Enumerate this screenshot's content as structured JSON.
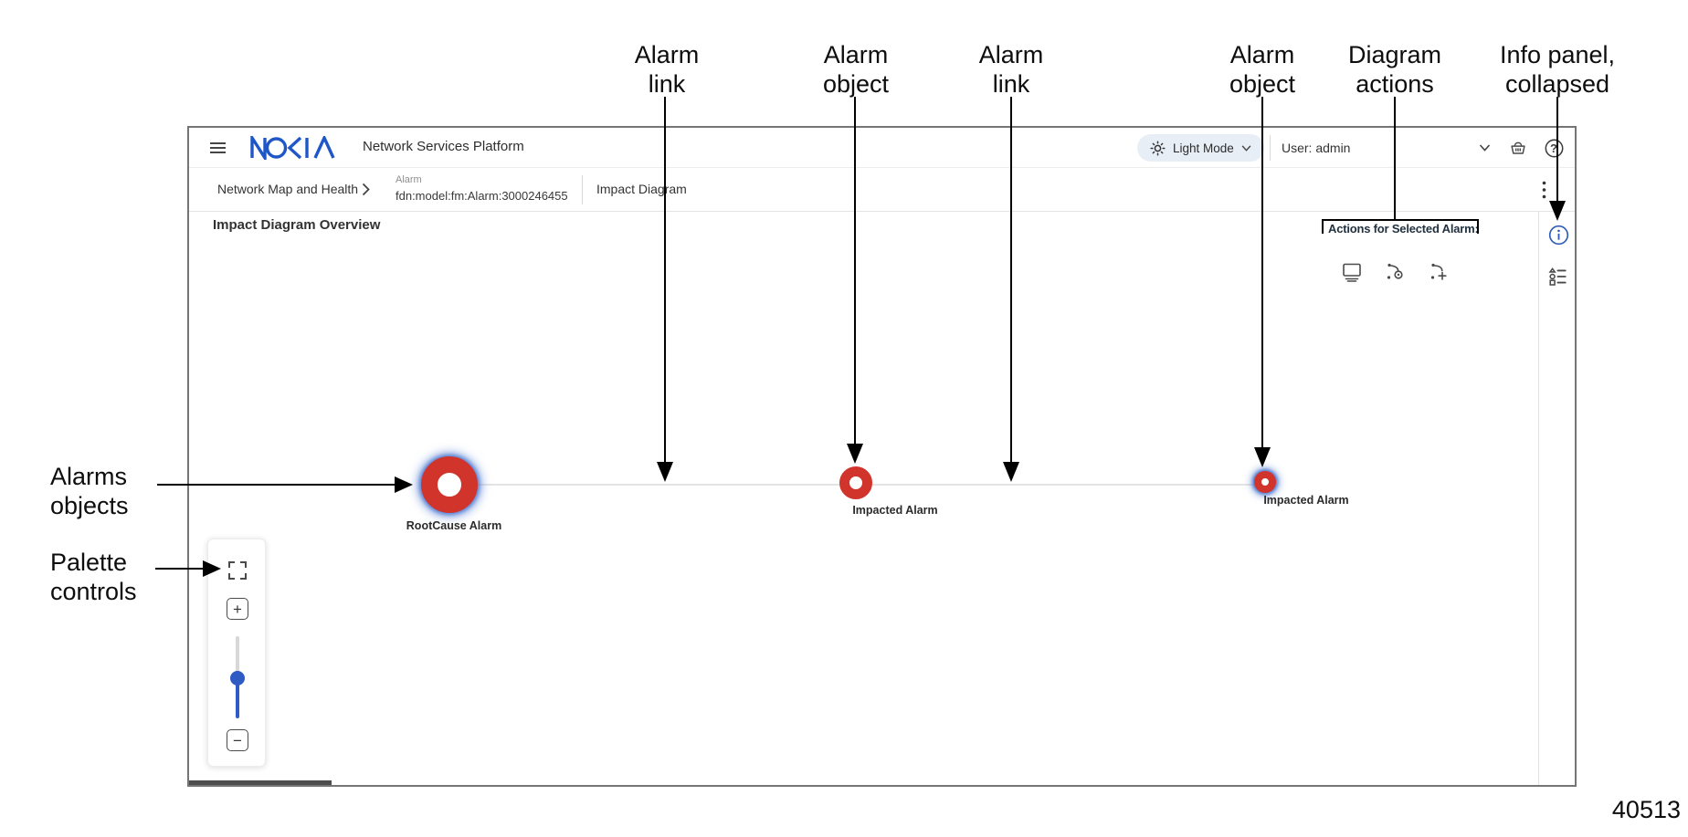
{
  "figure": {
    "number": "40513"
  },
  "callouts": {
    "top": [
      {
        "id": "alarm-link-1",
        "line1": "Alarm",
        "line2": "link"
      },
      {
        "id": "alarm-object-1",
        "line1": "Alarm",
        "line2": "object"
      },
      {
        "id": "alarm-link-2",
        "line1": "Alarm",
        "line2": "link"
      },
      {
        "id": "alarm-object-2",
        "line1": "Alarm",
        "line2": "object"
      },
      {
        "id": "diagram-actions",
        "line1": "Diagram",
        "line2": "actions"
      },
      {
        "id": "info-panel",
        "line1": "Info panel,",
        "line2": "collapsed"
      }
    ],
    "left": [
      {
        "id": "alarms-objects",
        "line1": "Alarms",
        "line2": "objects"
      },
      {
        "id": "palette-controls",
        "line1": "Palette",
        "line2": "controls"
      }
    ]
  },
  "header": {
    "logo": "NOKIA",
    "app_title": "Network Services Platform",
    "theme_toggle_label": "Light Mode",
    "user_label": "User: admin"
  },
  "breadcrumb": {
    "section": "Network Map and Health",
    "object_type": "Alarm",
    "object_id": "fdn:model:fm:Alarm:3000246455",
    "view": "Impact Diagram"
  },
  "page": {
    "title": "Impact Diagram Overview",
    "actions_label": "Actions for Selected Alarm:"
  },
  "diagram": {
    "nodes": [
      {
        "label": "RootCause Alarm",
        "type": "root-cause",
        "selected": true,
        "size": "large"
      },
      {
        "label": "Impacted Alarm",
        "type": "impacted",
        "selected": false,
        "size": "medium"
      },
      {
        "label": "Impacted Alarm",
        "type": "impacted",
        "selected": true,
        "size": "small"
      }
    ]
  },
  "palette": {
    "zoom_in": "+",
    "zoom_out": "−"
  },
  "icons": {
    "help_glyph": "?",
    "names": [
      "hamburger-menu-icon",
      "nokia-logo",
      "sun-icon",
      "chevron-down-icon",
      "basket-icon",
      "help-icon",
      "kebab-menu-icon",
      "breadcrumb-chevron-icon",
      "info-icon",
      "legend-icon",
      "network-map-icon",
      "impact-path-icon",
      "impact-path-add-icon",
      "fullscreen-icon",
      "zoom-in-icon",
      "zoom-out-icon"
    ]
  },
  "colors": {
    "nokia_blue": "#1f57c8",
    "alarm_red": "#d0342b",
    "selection_glow": "#4f7ad2",
    "light_mode_bg": "#e8eef6",
    "link_gray": "#e4e4e4"
  }
}
